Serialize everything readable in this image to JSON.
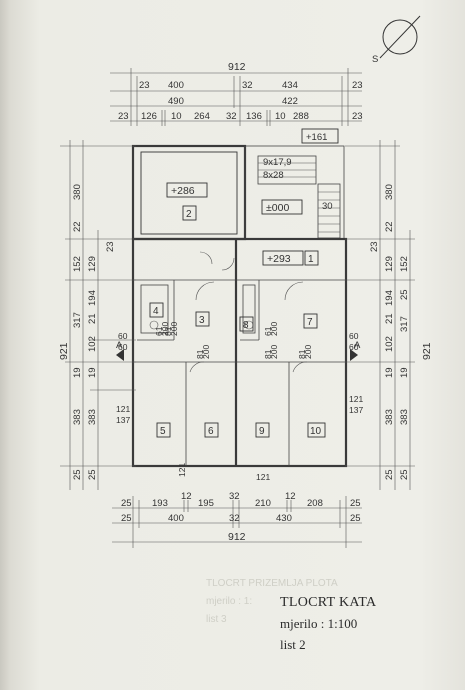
{
  "top_dimensions": {
    "overall": "912",
    "row1": [
      "23",
      "400",
      "32",
      "434",
      "23"
    ],
    "row2": [
      "490",
      "422"
    ],
    "row3": [
      "23",
      "126",
      "10",
      "264",
      "32",
      "136",
      "10",
      "288",
      "23"
    ]
  },
  "bottom_dimensions": {
    "row1": [
      "25",
      "193",
      "12",
      "195",
      "32",
      "210",
      "12",
      "208",
      "25"
    ],
    "row2": [
      "25",
      "400",
      "32",
      "430",
      "25"
    ],
    "overall": "912"
  },
  "left_dimensions": {
    "overall": "921",
    "outer": [
      "380",
      "22",
      "23",
      "152",
      "317",
      "19",
      "383",
      "25"
    ],
    "inner": [
      "129",
      "194",
      "21",
      "60",
      "60",
      "102",
      "19",
      "121",
      "137",
      "383",
      "25"
    ]
  },
  "right_dimensions": {
    "overall": "921",
    "outer": [
      "380",
      "22",
      "23",
      "152",
      "25",
      "317",
      "19",
      "383",
      "25"
    ],
    "inner": [
      "129",
      "194",
      "21",
      "102",
      "19",
      "121",
      "137",
      "383",
      "25"
    ]
  },
  "levels": [
    "+161",
    "+286",
    "±000",
    "+293"
  ],
  "stair_labels": [
    "9x17,9",
    "8x28",
    "30"
  ],
  "rooms": [
    "1",
    "2",
    "3",
    "4",
    "5",
    "6",
    "7",
    "8",
    "9",
    "10"
  ],
  "door_labels": [
    "81",
    "200",
    "81",
    "200",
    "81",
    "200",
    "81",
    "200",
    "61",
    "200",
    "61",
    "200",
    "60",
    "60",
    "60",
    "60",
    "121",
    "121",
    "121",
    "121",
    "137",
    "137"
  ],
  "section_marks": [
    "A",
    "A"
  ],
  "north_label": "S",
  "title_block": {
    "title": "TLOCRT KATA",
    "scale": "mjerilo : 1:100",
    "sheet": "list 2"
  },
  "ghost_text": [
    "TLOCRT PRIZEMLJA PLOTA",
    "mjerilo : 1:",
    "list 3"
  ]
}
